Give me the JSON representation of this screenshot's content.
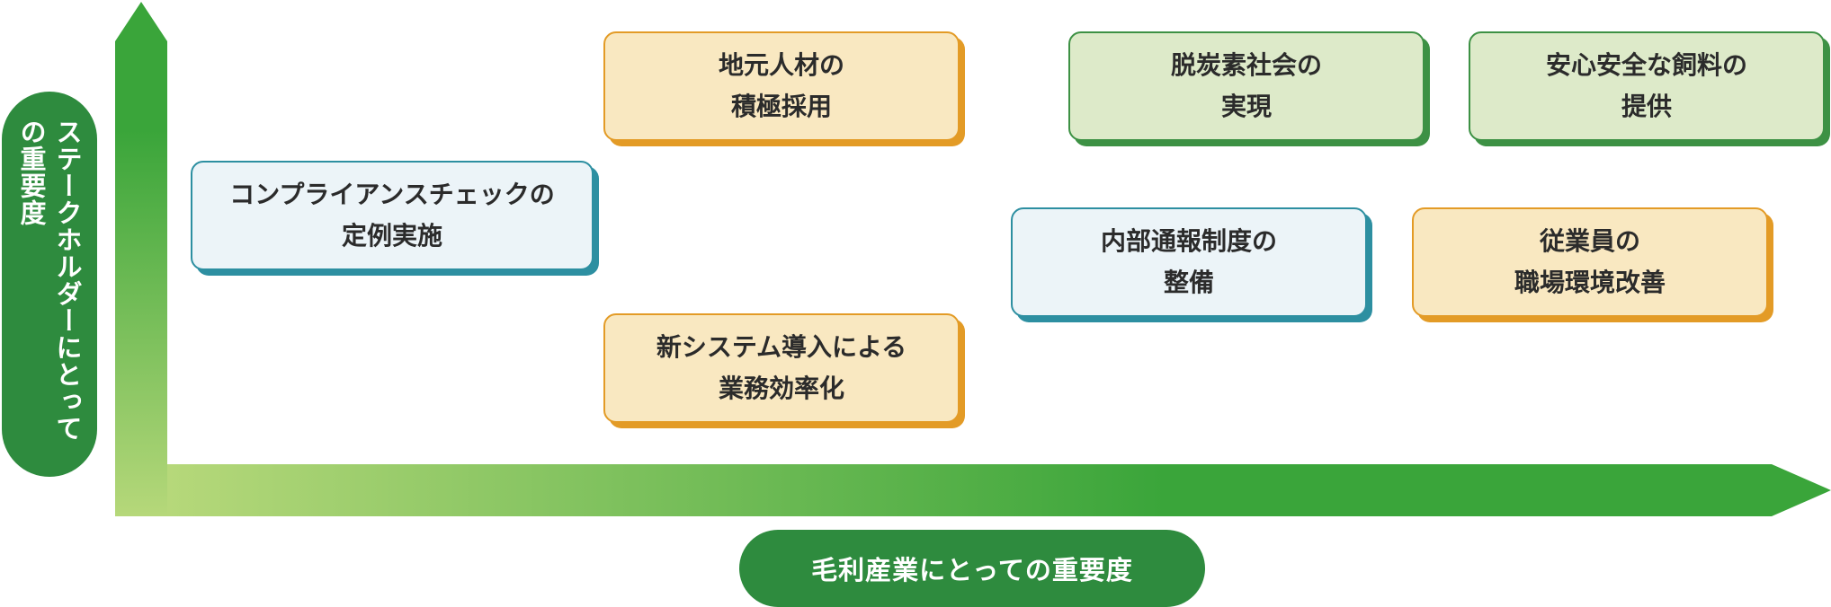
{
  "y_axis_label": "ステークホルダーにとっての重要度",
  "x_axis_label": "毛利産業にとっての重要度",
  "items": [
    {
      "text": "地元人材の\n積極採用",
      "category": "orange"
    },
    {
      "text": "脱炭素社会の\n実現",
      "category": "green"
    },
    {
      "text": "安心安全な飼料の\n提供",
      "category": "green"
    },
    {
      "text": "コンプライアンスチェックの\n定例実施",
      "category": "blue"
    },
    {
      "text": "内部通報制度の\n整備",
      "category": "blue"
    },
    {
      "text": "従業員の\n職場環境改善",
      "category": "orange"
    },
    {
      "text": "新システム導入による\n業務効率化",
      "category": "orange"
    }
  ],
  "colors": {
    "axis_green_dark": "#3aa53a",
    "axis_green_light": "#b6d87a",
    "label_bg": "#2e8b3e",
    "blue_border": "#2d8fa1",
    "blue_fill": "#ecf4f8",
    "orange_border": "#e39b26",
    "orange_fill": "#f9e8c1",
    "green_border": "#3d9144",
    "green_fill": "#ddeac9"
  }
}
